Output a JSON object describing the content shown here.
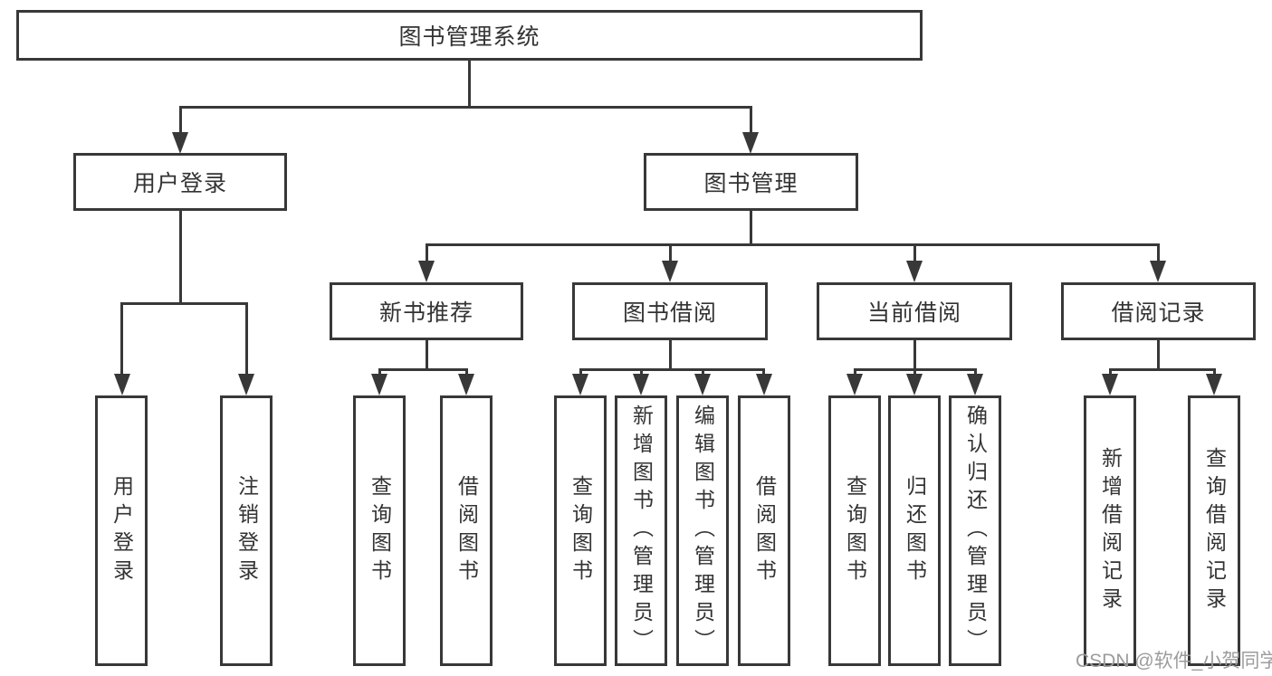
{
  "diagram": {
    "title": "图书管理系统",
    "root_label": "图书管理系统",
    "level2": [
      "用户登录",
      "图书管理"
    ],
    "level3": [
      "新书推荐",
      "图书借阅",
      "当前借阅",
      "借阅记录"
    ],
    "leaves": [
      "用户登录",
      "注销登录",
      "查询图书",
      "借阅图书",
      "查询图书",
      "新增图书（管理员）",
      "编辑图书（管理员）",
      "借阅图书",
      "查询图书",
      "归还图书",
      "确认归还（管理员）",
      "新增借阅记录",
      "查询借阅记录"
    ]
  },
  "watermark": {
    "text": "CSDN @软件_小贺同学"
  },
  "colors": {
    "line": "#383838",
    "box_border": "#383838",
    "text": "#333333",
    "background": "#ffffff",
    "watermark": "#9c9c9c"
  }
}
